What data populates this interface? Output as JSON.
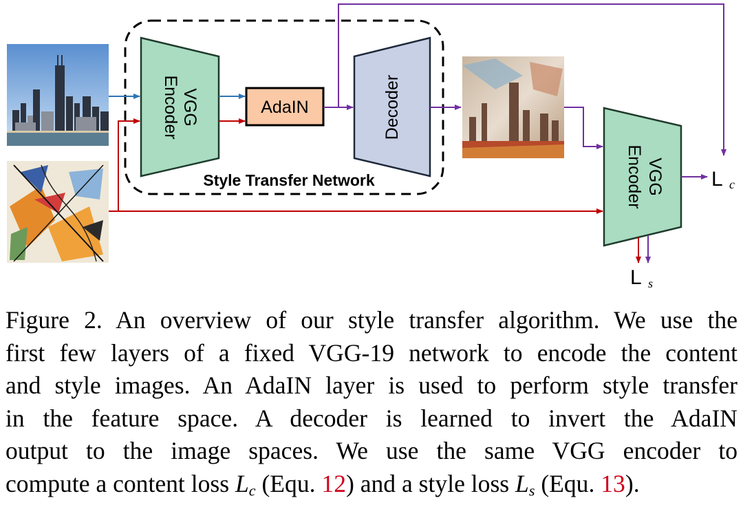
{
  "figure": {
    "left_encoder": [
      "VGG",
      "Encoder"
    ],
    "adain_label": "AdaIN",
    "decoder_label": "Decoder",
    "network_label": "Style Transfer Network",
    "right_encoder": [
      "VGG",
      "Encoder"
    ],
    "loss_content": {
      "main": "L",
      "sub": "c"
    },
    "loss_style": {
      "main": "L",
      "sub": "s"
    },
    "colors": {
      "encoder_fill": "#a9dcc1",
      "encoder_stroke": "#1f3b2c",
      "decoder_fill": "#c8d0e6",
      "adain_fill": "#fbc9a6",
      "content_arrow": "#2e75b6",
      "style_arrow": "#c00000",
      "adain_arrow": "#7030a0"
    },
    "images": {
      "content": "content-image-chicago-skyline",
      "style": "style-image-abstract-painting",
      "output": "stylized-output-image"
    }
  },
  "caption": {
    "lines": [
      "Figure 2. An overview of our style transfer algorithm. We use the",
      "first few layers of a fixed VGG-19 network to encode the content",
      "and style images. An AdaIN layer is used to perform style transfer",
      "in the feature space.  A decoder is learned to invert the AdaIN",
      "output to the image spaces.  We use the same VGG encoder to"
    ],
    "last_line": {
      "part1": "compute a content loss ",
      "loss_c_main": "L",
      "loss_c_sub": "c",
      "part2": " (Equ. ",
      "ref1": "12",
      "part3": ") and a style loss ",
      "loss_s_main": "L",
      "loss_s_sub": "s",
      "part4": " (Equ. ",
      "ref2": "13",
      "part5": ")."
    }
  }
}
